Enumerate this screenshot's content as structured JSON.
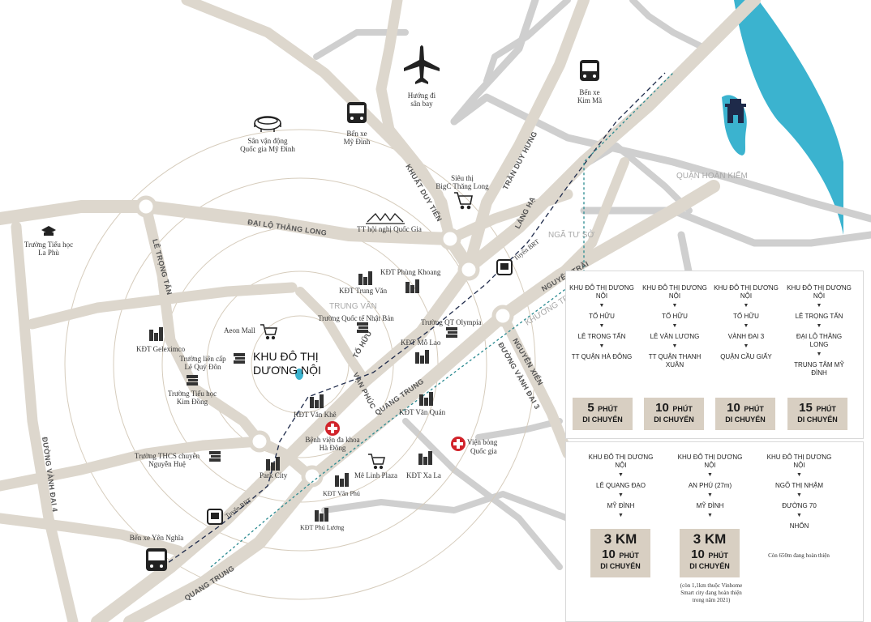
{
  "map": {
    "project": {
      "line1": "KHU ĐÔ THỊ",
      "line2": "DƯƠNG NỘI"
    },
    "airport": {
      "line1": "Hướng đi",
      "line2": "sân bay",
      "icon": "airplane-icon"
    },
    "stadium": {
      "line1": "Sân vận động",
      "line2": "Quốc gia Mỹ Đình",
      "icon": "stadium-icon"
    },
    "bus_my_dinh": {
      "line1": "Bến xe",
      "line2": "Mỹ Đình",
      "icon": "bus-icon"
    },
    "bus_kim_ma": {
      "line1": "Bến xe",
      "line2": "Kim Mã",
      "icon": "bus-icon"
    },
    "bus_yen_nghia": {
      "label": "Bến xe Yên Nghĩa",
      "icon": "bus-icon"
    },
    "bigc": {
      "line1": "Siêu thị",
      "line2": "BigC Thăng Long",
      "icon": "cart-icon"
    },
    "national_convention": {
      "label": "TT hội nghị Quốc Gia",
      "icon": "convention-icon"
    },
    "school_la_phu": {
      "line1": "Trường Tiểu học",
      "line2": "La Phù"
    },
    "kdt_phung_khoang": "KĐT Phùng Khoang",
    "kdt_trung_van": "KĐT Trung Văn",
    "school_nhat_ban": "Trường Quốc tế Nhật Bản",
    "aeon": "Aeon Mall",
    "kdt_geleximco": "KĐT Geleximco",
    "school_le_quy_don": {
      "line1": "Trường liên cấp",
      "line2": "Lê Quý Đôn"
    },
    "school_kim_dong": {
      "line1": "Trường Tiểu học",
      "line2": "Kim Đồng"
    },
    "school_nguyen_hue": {
      "line1": "Trường THCS chuyên",
      "line2": "Nguyễn Huệ"
    },
    "park_city": "Park City",
    "kdt_van_phu": "KĐT Văn Phú",
    "kdt_phu_luong": "KĐT Phú Lương",
    "kdt_van_khe": "KĐT Văn Khê",
    "hospital_ha_dong": {
      "line1": "Bệnh viện đa khoa",
      "line2": "Hà Đông"
    },
    "me_linh_plaza": "Mê Linh Plaza",
    "kdt_xa_la": "KĐT Xa La",
    "kdt_van_quan": "KĐT Văn Quán",
    "kdt_mo_lao": "KĐT Mỗ Lao",
    "school_olympia": "Trường QT Olympia",
    "burn_institute": {
      "line1": "Viện bỏng",
      "line2": "Quốc gia"
    },
    "brt_top": "Tuyến BRT",
    "brt_bottom": "Tuyến BRT",
    "area_hoan_kiem": "QUẬN HOÀN KIẾM",
    "area_trung_van": "TRUNG VĂN",
    "area_nga_tu_so": "NGÃ TƯ SỞ",
    "area_khuong_trung": "KHƯƠNG TRUNG",
    "roads": {
      "dai_lo_thang_long": "ĐẠI LỘ THĂNG LONG",
      "le_trong_tan": "LÊ TRỌNG TẤN",
      "khuat_duy_tien": "KHUẤT DUY TIẾN",
      "tran_duy_hung": "TRẦN DUY HƯNG",
      "lang_ha": "LÁNG HẠ",
      "nguyen_trai": "NGUYỄN TRÃI",
      "nguyen_xien": "NGUYỄN XIỂN",
      "vanh_dai_3": "ĐƯỜNG VÀNH ĐAI 3",
      "to_huu": "TỐ HỮU",
      "van_phuc": "VẠN PHÚC",
      "quang_trung_mid": "QUANG TRUNG",
      "quang_trung_low": "QUANG TRUNG",
      "vanh_dai_4": "ĐƯỜNG VÀNH ĐAI 4"
    },
    "colors": {
      "road": "#ddd7cd",
      "river": "#3bb3cf",
      "brt": "#1e2a4a",
      "rail": "#2a8a90",
      "panel_box": "#d8cfc2",
      "hospital": "#d1232a"
    }
  },
  "routes_top": [
    {
      "steps": [
        "KHU ĐÔ THỊ DƯƠNG NỘI",
        "TỐ HỮU",
        "LÊ TRỌNG TẤN",
        "TT QUẬN HÀ ĐÔNG"
      ],
      "minutes": "5",
      "unit": "PHÚT",
      "caption": "DI CHUYỂN"
    },
    {
      "steps": [
        "KHU ĐÔ THỊ DƯƠNG NỘI",
        "TỐ HỮU",
        "LÊ VĂN LƯƠNG",
        "TT QUẬN THANH XUÂN"
      ],
      "minutes": "10",
      "unit": "PHÚT",
      "caption": "DI CHUYỂN"
    },
    {
      "steps": [
        "KHU ĐÔ THỊ DƯƠNG NỘI",
        "TỐ HỮU",
        "VÀNH ĐAI 3",
        "QUẬN CẦU GIẤY"
      ],
      "minutes": "10",
      "unit": "PHÚT",
      "caption": "DI CHUYỂN"
    },
    {
      "steps": [
        "KHU ĐÔ THỊ DƯƠNG NỘI",
        "LÊ TRỌNG TẤN",
        "ĐẠI LỘ THĂNG LONG",
        "TRUNG TÂM MỸ ĐÌNH"
      ],
      "minutes": "15",
      "unit": "PHÚT",
      "caption": "DI CHUYỂN"
    }
  ],
  "routes_bottom": [
    {
      "steps": [
        "KHU ĐÔ THỊ DƯƠNG NỘI",
        "LÊ QUANG ĐẠO",
        "MỸ ĐÌNH"
      ],
      "distance": "3 KM",
      "minutes": "10",
      "unit": "PHÚT",
      "caption": "DI CHUYỂN",
      "note": ""
    },
    {
      "steps": [
        "KHU ĐÔ THỊ DƯƠNG NỘI",
        "AN PHÚ (27m)",
        "MỸ ĐÌNH"
      ],
      "distance": "3 KM",
      "minutes": "10",
      "unit": "PHÚT",
      "caption": "DI CHUYỂN",
      "note": "(còn 1,1km thuộc Vinhome Smart city đang hoàn thiện trong năm 2021)"
    },
    {
      "steps": [
        "KHU ĐÔ THỊ DƯƠNG NỘI",
        "NGÕ THỊ NHẬM",
        "ĐƯỜNG 70",
        "NHỔN"
      ],
      "distance": "",
      "minutes": "",
      "unit": "",
      "caption": "",
      "note": "Còn 650m đang hoàn thiện"
    }
  ]
}
